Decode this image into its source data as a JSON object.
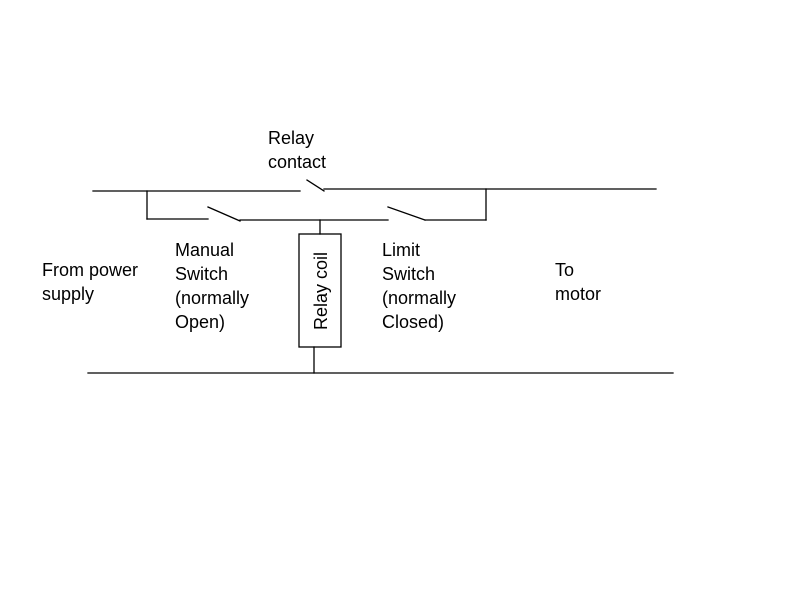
{
  "diagram": {
    "labels": {
      "relay_contact_l1": "Relay",
      "relay_contact_l2": "contact",
      "from_power_l1": "From power",
      "from_power_l2": "supply",
      "manual_switch_l1": "Manual",
      "manual_switch_l2": "Switch",
      "manual_switch_l3": "(normally",
      "manual_switch_l4": "Open)",
      "relay_coil": "Relay coil",
      "limit_switch_l1": "Limit",
      "limit_switch_l2": "Switch",
      "limit_switch_l3": "(normally",
      "limit_switch_l4": "Closed)",
      "to_motor_l1": "To",
      "to_motor_l2": "motor"
    },
    "colors": {
      "wire": "#000000",
      "background": "#ffffff"
    }
  }
}
